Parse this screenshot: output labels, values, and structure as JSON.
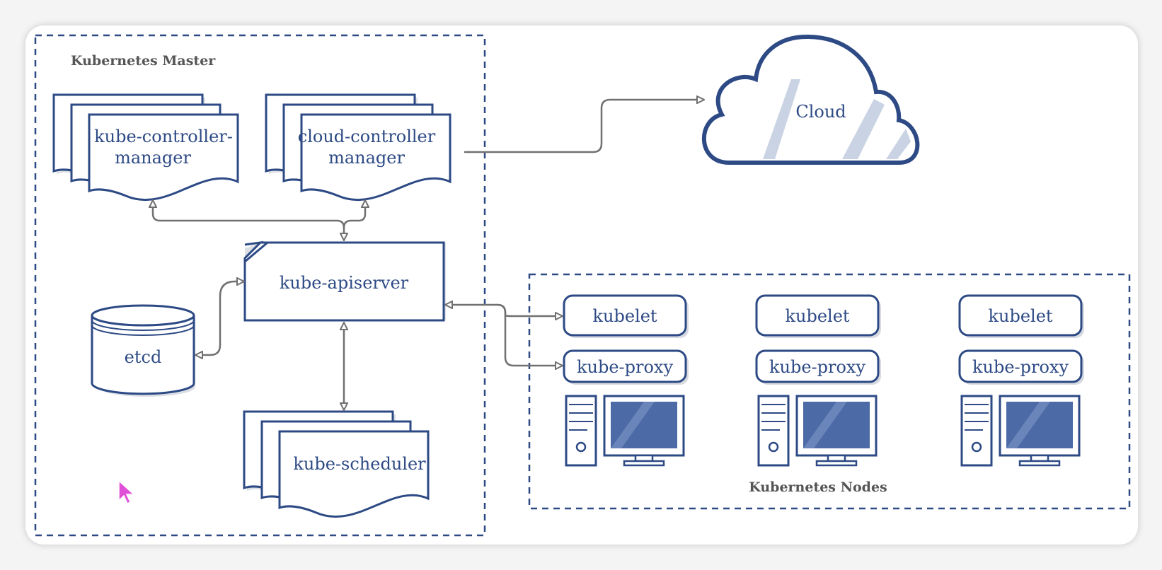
{
  "master": {
    "title": "Kubernetes Master",
    "kube_controller_manager": [
      "kube-controller-",
      "manager"
    ],
    "cloud_controller_manager": [
      "cloud-controller",
      "manager"
    ],
    "apiserver": "kube-apiserver",
    "etcd": "etcd",
    "scheduler": "kube-scheduler"
  },
  "cloud": {
    "label": "Cloud"
  },
  "nodes": {
    "title": "Kubernetes Nodes",
    "items": [
      {
        "kubelet": "kubelet",
        "proxy": "kube-proxy"
      },
      {
        "kubelet": "kubelet",
        "proxy": "kube-proxy"
      },
      {
        "kubelet": "kubelet",
        "proxy": "kube-proxy"
      }
    ]
  },
  "colors": {
    "stroke": "#2d4a85",
    "arrow": "#707070",
    "monitor_fill": "#4c6aa6",
    "cloud_stripe": "#c9d3e3",
    "cursor": "#e04fd8"
  }
}
